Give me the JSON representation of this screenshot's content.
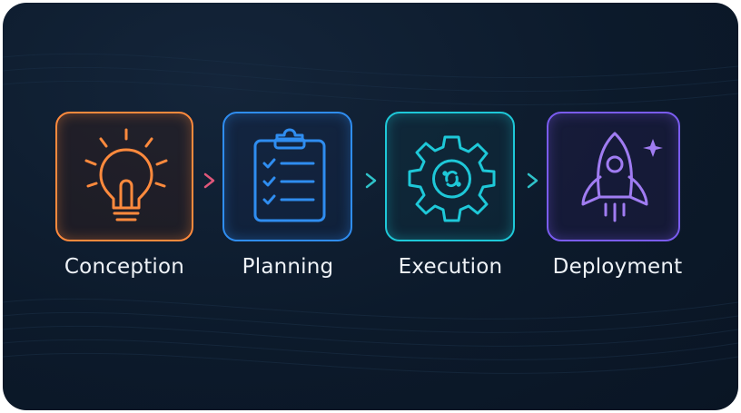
{
  "steps": [
    {
      "label": "Conception",
      "icon": "lightbulb-icon",
      "color": "#ff8a3d"
    },
    {
      "label": "Planning",
      "icon": "clipboard-checklist-icon",
      "color": "#2f8df0"
    },
    {
      "label": "Execution",
      "icon": "gear-icon",
      "color": "#1ec8d8"
    },
    {
      "label": "Deployment",
      "icon": "rocket-icon",
      "color": "#9a6cf0"
    }
  ],
  "connectors": [
    {
      "icon": "chevron-right-icon",
      "color": "#e0577a"
    },
    {
      "icon": "chevron-right-icon",
      "color": "#2fc2c9"
    },
    {
      "icon": "chevron-right-icon",
      "color": "#2fc2c9"
    }
  ]
}
